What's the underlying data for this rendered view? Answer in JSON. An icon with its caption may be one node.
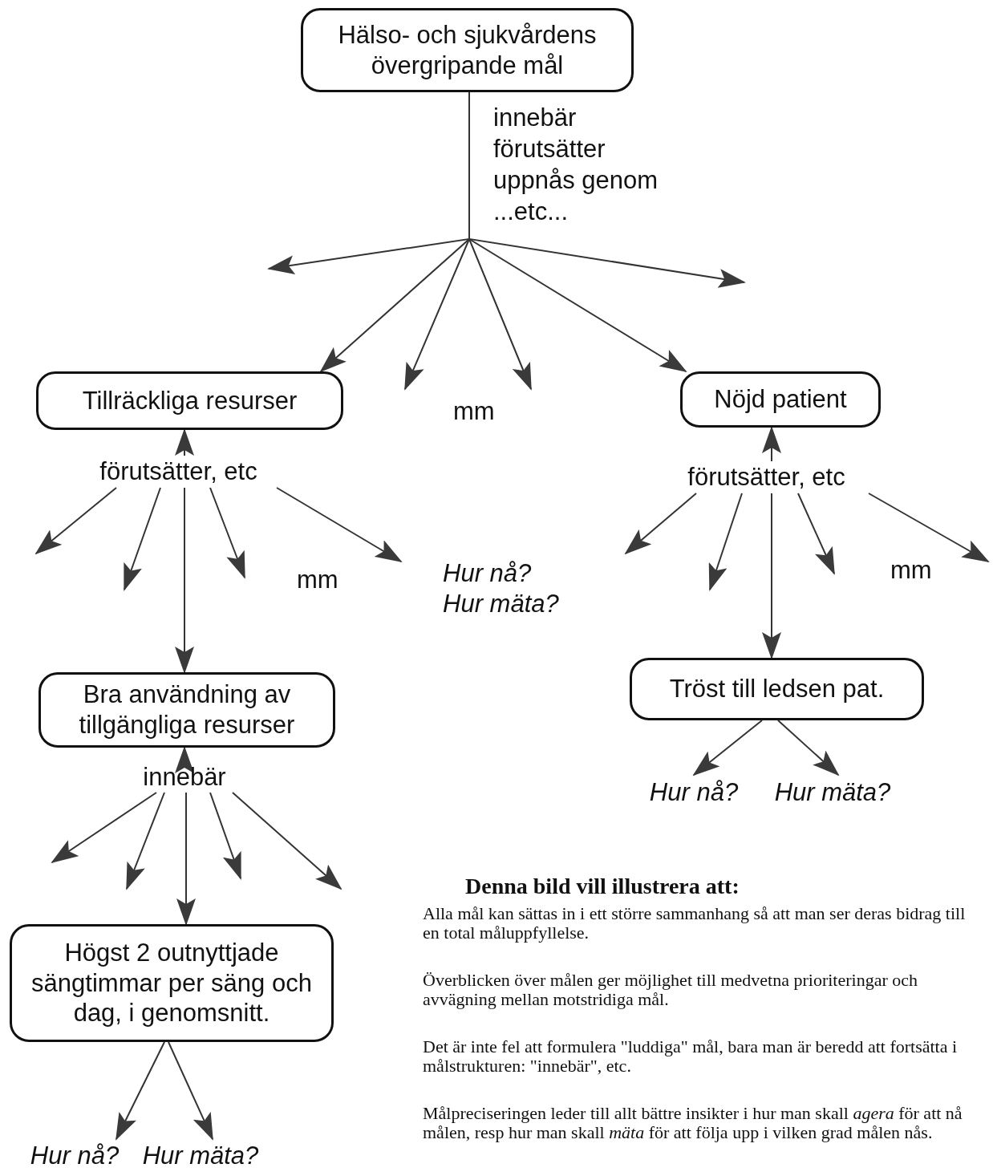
{
  "diagram": {
    "nodes": [
      {
        "text": [
          "Hälso- och sjukvårdens övergripande mål"
        ]
      },
      {
        "text": [
          "Tillräckliga resurser"
        ]
      },
      {
        "text": [
          "Nöjd patient"
        ]
      },
      {
        "text": [
          "förutsätter, etc"
        ]
      },
      {
        "text": [
          "förutsätter, etc"
        ]
      },
      {
        "text": [
          "Bra användning av tillgängliga resurser"
        ]
      },
      {
        "text": [
          "Tröst till ledsen pat."
        ]
      },
      {
        "text": [
          "innebär"
        ]
      },
      {
        "text": [
          "Högst 2 outnyttjade sängtimmar per säng och dag, i genomsnitt."
        ]
      },
      {
        "text": [
          "Hur nå?"
        ]
      },
      {
        "text": [
          "Hur mäta?"
        ]
      },
      {
        "text": [
          "Hur nå?"
        ]
      },
      {
        "text": [
          "Hur mäta?"
        ]
      }
    ],
    "edges": [
      {
        "from": 0,
        "to": null,
        "arrow": "to"
      },
      {
        "from": 0,
        "to": 1,
        "arrow": "to"
      },
      {
        "from": 0,
        "to": null,
        "arrow": "to"
      },
      {
        "from": 0,
        "to": null,
        "arrow": "to"
      },
      {
        "from": 0,
        "to": 2,
        "arrow": "to"
      },
      {
        "from": 0,
        "to": null,
        "arrow": "to"
      },
      {
        "from": 3,
        "to": 1,
        "arrow": "to"
      },
      {
        "from": 3,
        "to": null,
        "arrow": "to"
      },
      {
        "from": 3,
        "to": null,
        "arrow": "to"
      },
      {
        "from": 3,
        "to": 5,
        "arrow": "to"
      },
      {
        "from": 3,
        "to": null,
        "arrow": "to"
      },
      {
        "from": 3,
        "to": null,
        "arrow": "to"
      },
      {
        "from": 4,
        "to": 2,
        "arrow": "to"
      },
      {
        "from": 4,
        "to": null,
        "arrow": "to"
      },
      {
        "from": 4,
        "to": null,
        "arrow": "to"
      },
      {
        "from": 4,
        "to": 6,
        "arrow": "to"
      },
      {
        "from": 4,
        "to": null,
        "arrow": "to"
      },
      {
        "from": 4,
        "to": null,
        "arrow": "to"
      },
      {
        "from": 6,
        "to": 9,
        "arrow": "to"
      },
      {
        "from": 6,
        "to": 10,
        "arrow": "to"
      },
      {
        "from": 7,
        "to": 5,
        "arrow": "to"
      },
      {
        "from": 7,
        "to": null,
        "arrow": "to"
      },
      {
        "from": 7,
        "to": null,
        "arrow": "to"
      },
      {
        "from": 7,
        "to": 8,
        "arrow": "to"
      },
      {
        "from": 7,
        "to": null,
        "arrow": "to"
      },
      {
        "from": 7,
        "to": null,
        "arrow": "to"
      },
      {
        "from": 8,
        "to": 11,
        "arrow": "to"
      },
      {
        "from": 8,
        "to": 12,
        "arrow": "to"
      }
    ],
    "labels": [
      "innebär",
      "förutsätter",
      "uppnås genom",
      "...etc...",
      "mm",
      "mm",
      "Hur nå?",
      "mm",
      "Hur mäta?",
      "Denna bild vill illustrera att:",
      "Alla mål kan sättas in i ett större sammanhang så att man ser deras bidrag till en total måluppfyllelse.",
      "Överblicken över målen ger möjlighet till medvetna prioriteringar och avvägning mellan motstridiga mål.",
      "Det är inte fel att formulera \"luddiga\" mål, bara man är beredd att fortsätta i målstrukturen: \"innebär\", etc.",
      "Målpreciseringen leder till allt bättre insikter i hur man skall *agera* för att nå målen, resp hur man skall *mäta* för att följa upp i vilken grad målen nås."
    ]
  }
}
